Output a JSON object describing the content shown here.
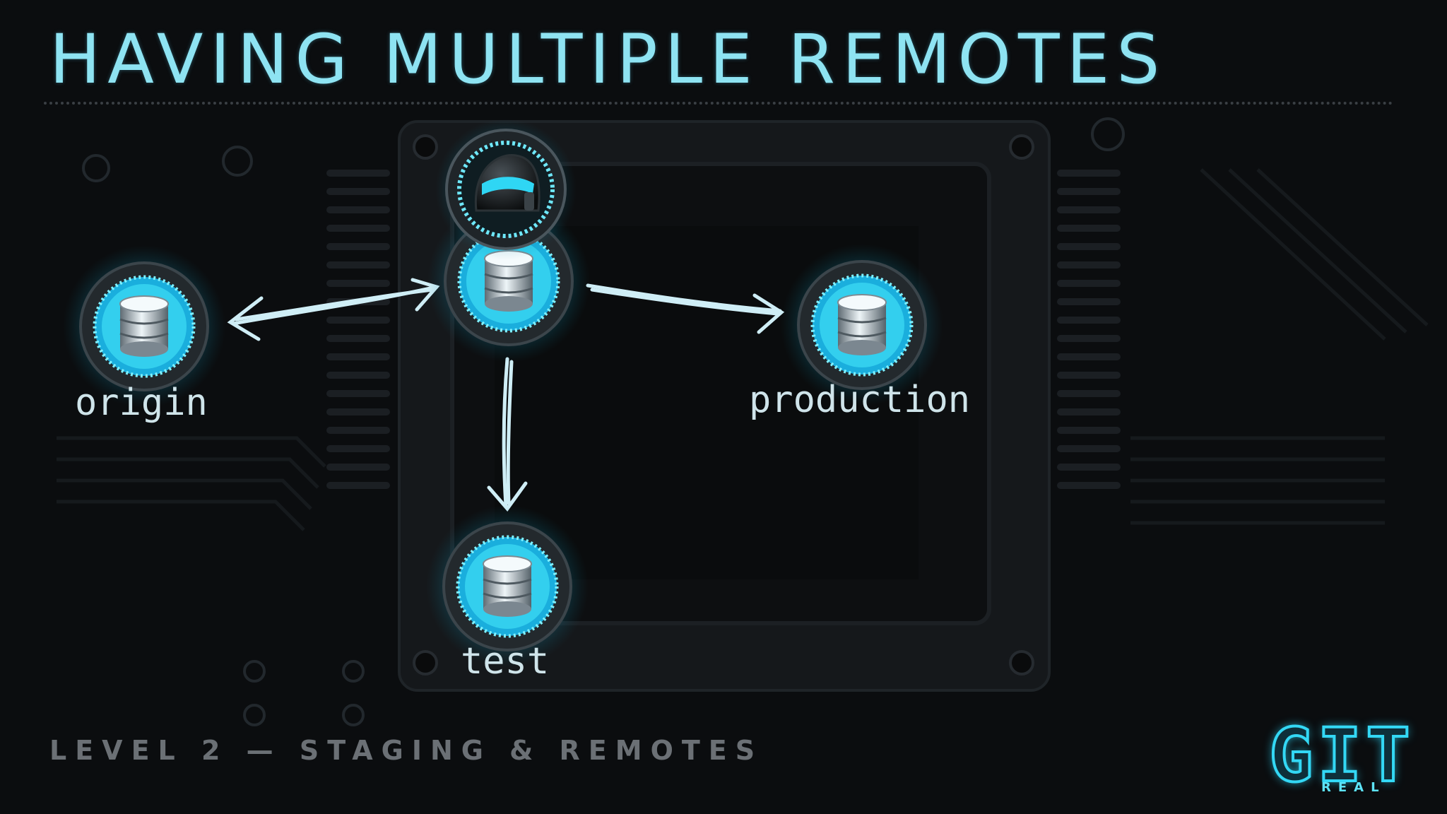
{
  "slide": {
    "title": "HAVING MULTIPLE REMOTES",
    "footer": "LEVEL 2 — STAGING & REMOTES"
  },
  "logo": {
    "main": "GIT",
    "sub": "REAL"
  },
  "diagram": {
    "nodes": [
      {
        "id": "local",
        "label": "",
        "icon": "database-icon",
        "has_user": true
      },
      {
        "id": "origin",
        "label": "origin",
        "icon": "database-icon"
      },
      {
        "id": "production",
        "label": "production",
        "icon": "database-icon"
      },
      {
        "id": "test",
        "label": "test",
        "icon": "database-icon"
      }
    ],
    "edges": [
      {
        "from": "local",
        "to": "origin",
        "direction": "both"
      },
      {
        "from": "local",
        "to": "production",
        "direction": "forward"
      },
      {
        "from": "local",
        "to": "test",
        "direction": "forward"
      }
    ]
  },
  "colors": {
    "accent": "#33d8f5",
    "title": "#8ee3f2",
    "background": "#0a0c0e",
    "footer": "#6b7075"
  }
}
